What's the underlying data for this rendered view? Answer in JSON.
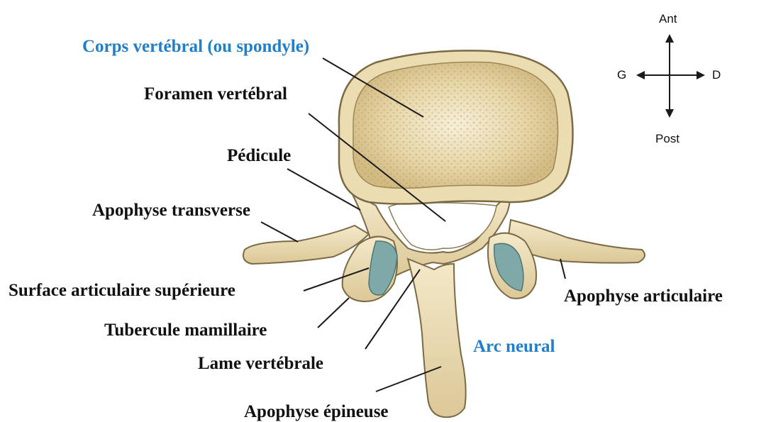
{
  "labels": {
    "corps": "Corps vertébral (ou spondyle)",
    "foramen": "Foramen vertébral",
    "pedicule": "Pédicule",
    "transverse": "Apophyse transverse",
    "surface": "Surface articulaire supérieure",
    "tubercule": "Tubercule mamillaire",
    "lame": "Lame vertébrale",
    "epineuse": "Apophyse épineuse",
    "articulaire": "Apophyse articulaire",
    "arc": "Arc neural"
  },
  "compass": {
    "ant": "Ant",
    "post": "Post",
    "left": "G",
    "right": "D"
  },
  "colors": {
    "accent_label": "#1f7fc9",
    "bone": "#efe2bf",
    "bone_edge": "#7a6a45",
    "cartilage": "#7fa9a8"
  }
}
